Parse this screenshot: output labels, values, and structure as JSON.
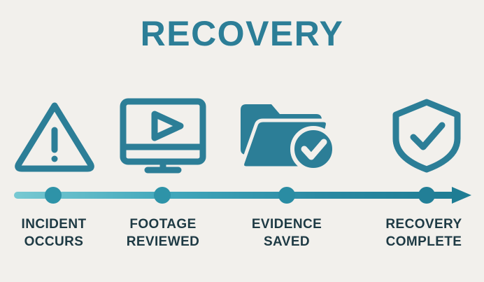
{
  "background_color": "#f2f0ec",
  "accent_color": "#2c7e97",
  "accent_light": "#4aadbd",
  "label_color": "#1e3a44",
  "header": {
    "title": "RECOVERY"
  },
  "steps": [
    {
      "icon": "warning-triangle-icon",
      "label_line1": "INCIDENT",
      "label_line2": "OCCURS"
    },
    {
      "icon": "monitor-play-icon",
      "label_line1": "FOOTAGE",
      "label_line2": "REVIEWED"
    },
    {
      "icon": "folder-check-icon",
      "label_line1": "EVIDENCE",
      "label_line2": "SAVED"
    },
    {
      "icon": "shield-check-icon",
      "label_line1": "RECOVERY",
      "label_line2": "COMPLETE"
    }
  ],
  "timeline": {
    "marker_count": 4,
    "direction": "left-to-right",
    "arrow_head": true,
    "gradient_from": "#6dc4cf",
    "gradient_to": "#1f7d94"
  }
}
